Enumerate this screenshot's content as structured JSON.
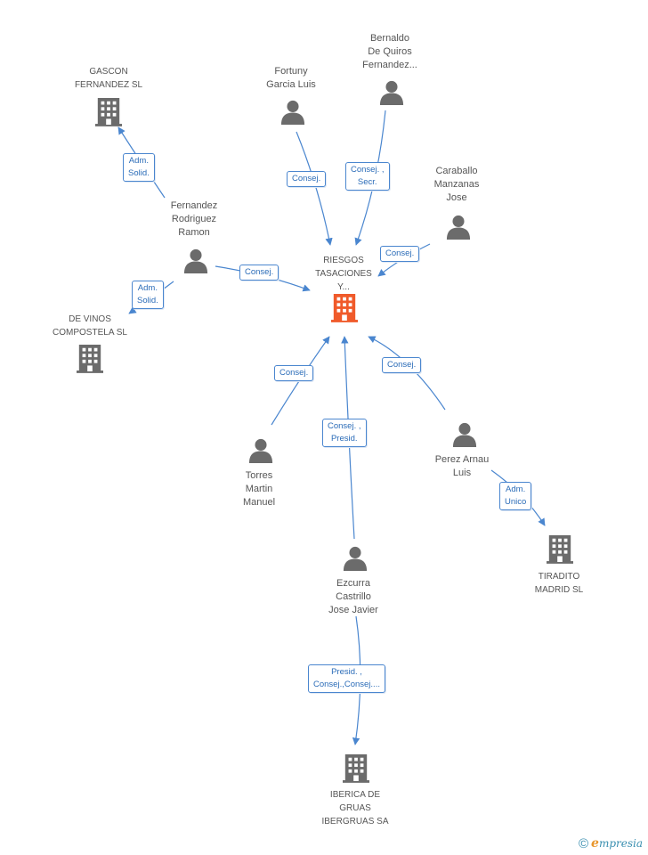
{
  "colors": {
    "edge": "#4a86cf",
    "node": "#6b6b6b",
    "focus": "#f05a2a"
  },
  "nodes": [
    {
      "id": "riesgos",
      "kind": "company",
      "focus": true,
      "label": "RIESGOS\nTASACIONES\nY..."
    },
    {
      "id": "gascon",
      "kind": "company",
      "label": "GASCON\nFERNANDEZ SL"
    },
    {
      "id": "devinos",
      "kind": "company",
      "label": "DE VINOS\nCOMPOSTELA SL"
    },
    {
      "id": "tiradito",
      "kind": "company",
      "label": "TIRADITO\nMADRID  SL"
    },
    {
      "id": "iberica",
      "kind": "company",
      "label": "IBERICA DE\nGRUAS\nIBERGRUAS SA"
    },
    {
      "id": "fortuny",
      "kind": "person",
      "label": "Fortuny\nGarcia Luis"
    },
    {
      "id": "bernaldo",
      "kind": "person",
      "label": "Bernaldo\nDe Quiros\nFernandez..."
    },
    {
      "id": "caraballo",
      "kind": "person",
      "label": "Caraballo\nManzanas\nJose"
    },
    {
      "id": "fernandez",
      "kind": "person",
      "label": "Fernandez\nRodriguez\nRamon"
    },
    {
      "id": "torres",
      "kind": "person",
      "label": "Torres\nMartin\nManuel"
    },
    {
      "id": "ezcurra",
      "kind": "person",
      "label": "Ezcurra\nCastrillo\nJose Javier"
    },
    {
      "id": "perez",
      "kind": "person",
      "label": "Perez Arnau\nLuis"
    }
  ],
  "edges": [
    {
      "from": "fortuny",
      "to": "riesgos",
      "label": "Consej."
    },
    {
      "from": "bernaldo",
      "to": "riesgos",
      "label": "Consej. ,\nSecr."
    },
    {
      "from": "caraballo",
      "to": "riesgos",
      "label": "Consej."
    },
    {
      "from": "fernandez",
      "to": "riesgos",
      "label": "Consej."
    },
    {
      "from": "fernandez",
      "to": "gascon",
      "label": "Adm.\nSolid."
    },
    {
      "from": "fernandez",
      "to": "devinos",
      "label": "Adm.\nSolid."
    },
    {
      "from": "torres",
      "to": "riesgos",
      "label": "Consej."
    },
    {
      "from": "ezcurra",
      "to": "riesgos",
      "label": "Consej. ,\nPresid."
    },
    {
      "from": "perez",
      "to": "riesgos",
      "label": "Consej."
    },
    {
      "from": "perez",
      "to": "tiradito",
      "label": "Adm.\nUnico"
    },
    {
      "from": "ezcurra",
      "to": "iberica",
      "label": "Presid. ,\nConsej.,Consej...."
    }
  ],
  "copyright": {
    "symbol": "©",
    "brand_e": "e",
    "brand_rest": "mpresia"
  }
}
